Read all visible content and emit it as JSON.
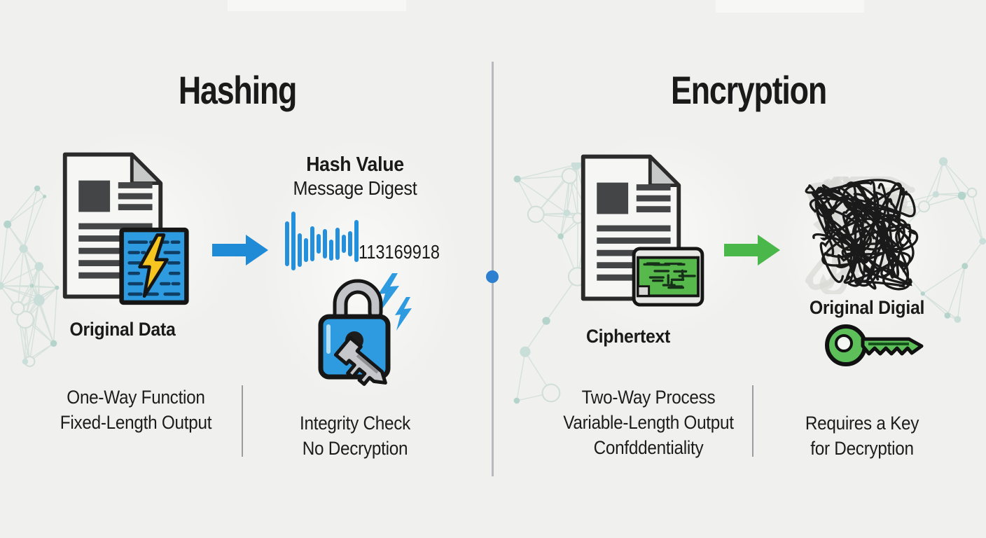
{
  "page": {
    "background": "#f0f0ee",
    "divider_color": "#b7babc",
    "divider_dot_color": "#2d7fd0",
    "text_color": "#1a1a1a"
  },
  "icons": {
    "hashing_source": "document-with-lightning-data-card",
    "hashing_transform": "arrow-right",
    "hashing_output": "waveform-digest",
    "hashing_lock": "open-padlock-with-key-and-bolts",
    "encryption_source": "document-with-cipher-card",
    "encryption_transform": "arrow-right",
    "encryption_output": "scrambled-text-tangle",
    "encryption_key": "green-key"
  },
  "hashing": {
    "title": "Hashing",
    "source_label": "Original Data",
    "hash_title": "Hash Value",
    "hash_subtitle": "Message Digest",
    "hash_value": "113169918",
    "waveform_color": "#2490dc",
    "waveform_bars": [
      64,
      84,
      48,
      34,
      50,
      28,
      42,
      30,
      46,
      26,
      36,
      60
    ],
    "arrow_color": "#1f8ad6",
    "props_function": [
      "One-Way Function",
      "Fixed-Length Output"
    ],
    "props_purpose": [
      "Integrity Check",
      "No Decryption"
    ]
  },
  "encryption": {
    "title": "Encryption",
    "source_label": "Ciphertext",
    "result_label": "Original Digial",
    "arrow_color": "#49b749",
    "key_color": "#5cbf5a",
    "props_function": [
      "Two-Way Process",
      "Variable-Length Output",
      "Confddentiality"
    ],
    "props_purpose": [
      "Requires a Key",
      "for Decryption"
    ]
  }
}
